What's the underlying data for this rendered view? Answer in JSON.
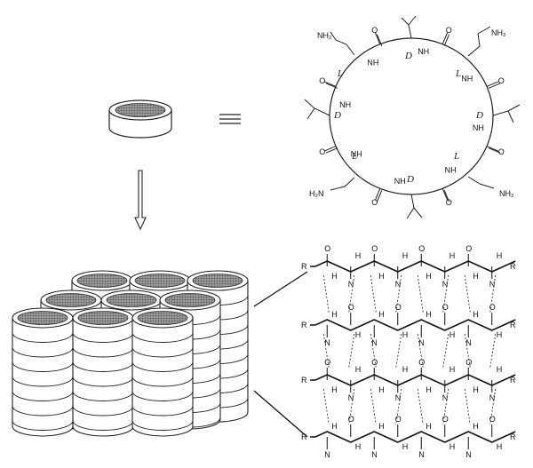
{
  "ring": {
    "atoms": {
      "carbonyl_o": "O",
      "amide_nh": "NH",
      "nh2": "NH₂",
      "h2n": "H₂N"
    },
    "stereo": [
      "L",
      "D",
      "L",
      "D",
      "L",
      "D",
      "L",
      "D"
    ]
  },
  "sheet": {
    "terminal": "R",
    "backbone_atoms": {
      "n": "N",
      "h": "H",
      "o": "O"
    }
  },
  "colors": {
    "ink": "#222222",
    "ring_fill": "#8a8a8a",
    "ring_dark": "#555555"
  }
}
